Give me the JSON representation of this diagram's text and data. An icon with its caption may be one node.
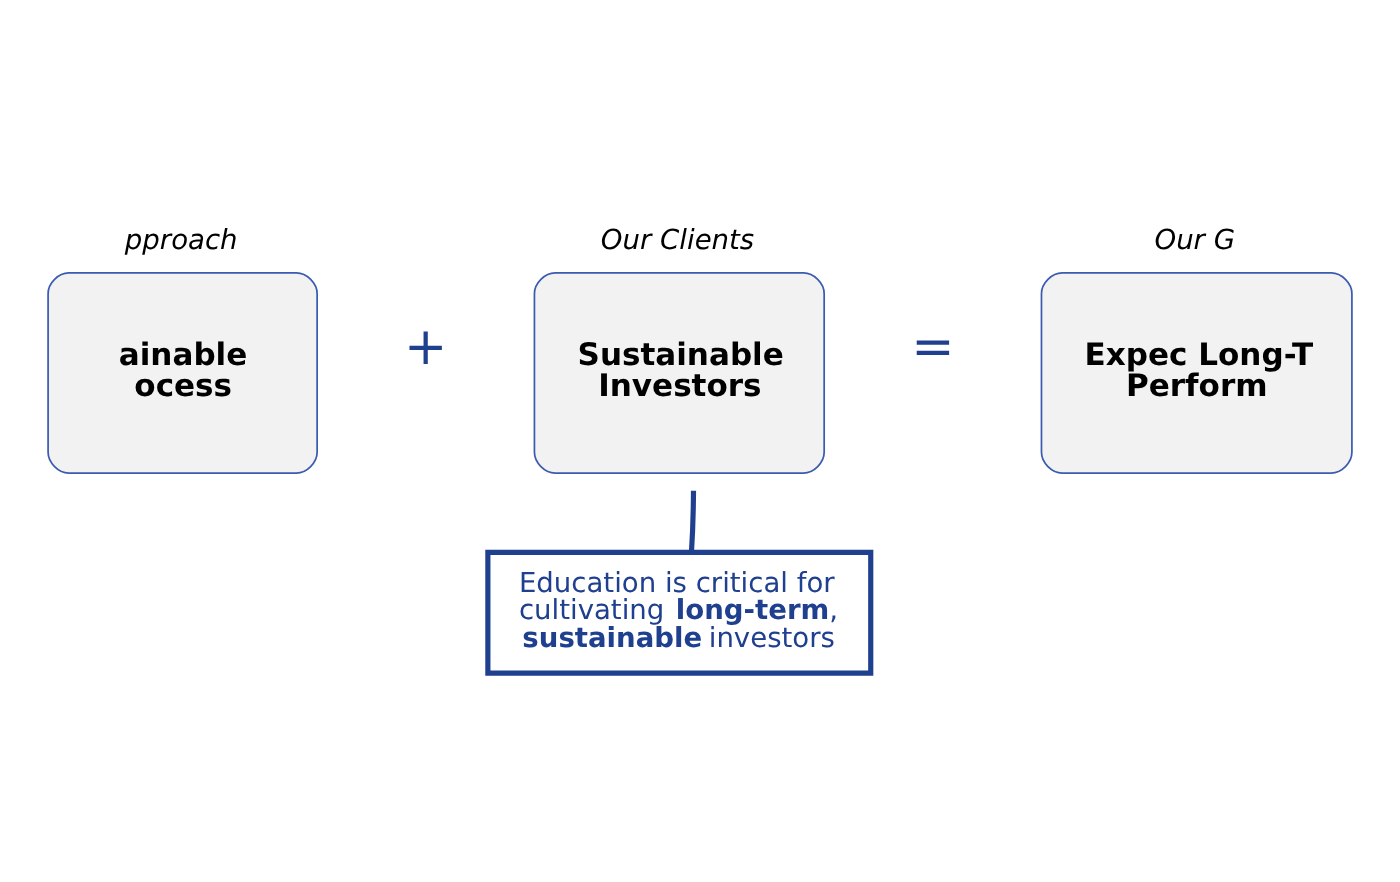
{
  "diagram": {
    "nodes": [
      {
        "text": [
          "pproach",
          "ainable ocess"
        ]
      },
      {
        "text": [
          "Our Clients",
          "Sustainable Investors"
        ]
      },
      {
        "text": [
          "Our G",
          "Expec Long-T Perform"
        ]
      },
      {
        "text": [
          "Education is critical for cultivating **long-term**, **sustainable** investors"
        ]
      }
    ],
    "edges": [
      {
        "from": 3,
        "to": 1,
        "arrow": "none"
      }
    ],
    "labels": [
      "+",
      "="
    ]
  }
}
